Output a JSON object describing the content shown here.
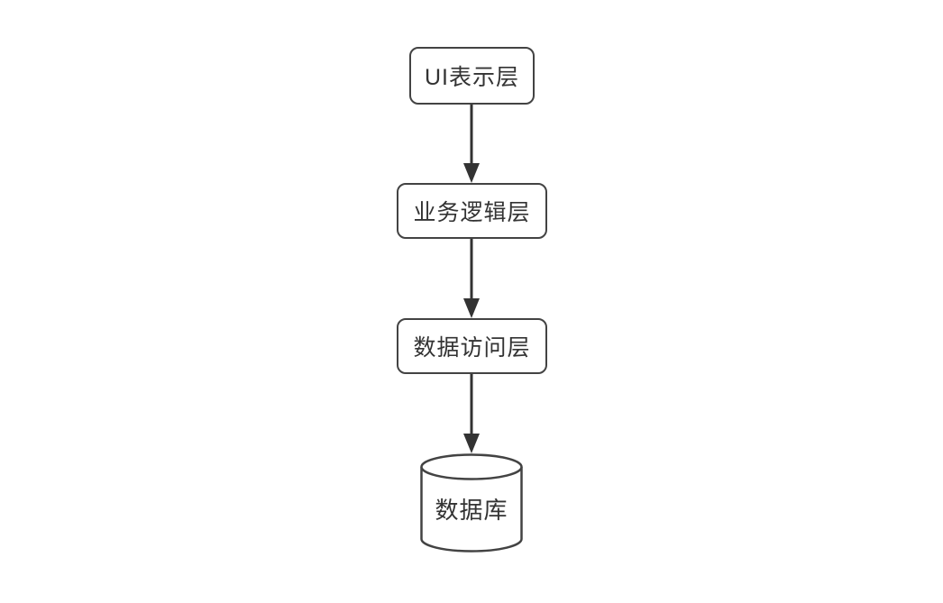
{
  "diagram": {
    "type": "flowchart",
    "direction": "top-to-bottom",
    "nodes": [
      {
        "id": "ui",
        "label": "UI表示层",
        "shape": "rounded-rect"
      },
      {
        "id": "business",
        "label": "业务逻辑层",
        "shape": "rounded-rect"
      },
      {
        "id": "data-access",
        "label": "数据访问层",
        "shape": "rounded-rect"
      },
      {
        "id": "database",
        "label": "数据库",
        "shape": "cylinder"
      }
    ],
    "edges": [
      {
        "from": "UI表示层",
        "to": "业务逻辑层",
        "style": "solid-arrow-down"
      },
      {
        "from": "业务逻辑层",
        "to": "数据访问层",
        "style": "solid-arrow-down"
      },
      {
        "from": "数据访问层",
        "to": "数据库",
        "style": "solid-arrow-down"
      }
    ],
    "colors": {
      "background": "#ffffff",
      "node_border": "#434343",
      "node_fill": "#ffffff",
      "text": "#333333",
      "arrow": "#333333"
    }
  }
}
